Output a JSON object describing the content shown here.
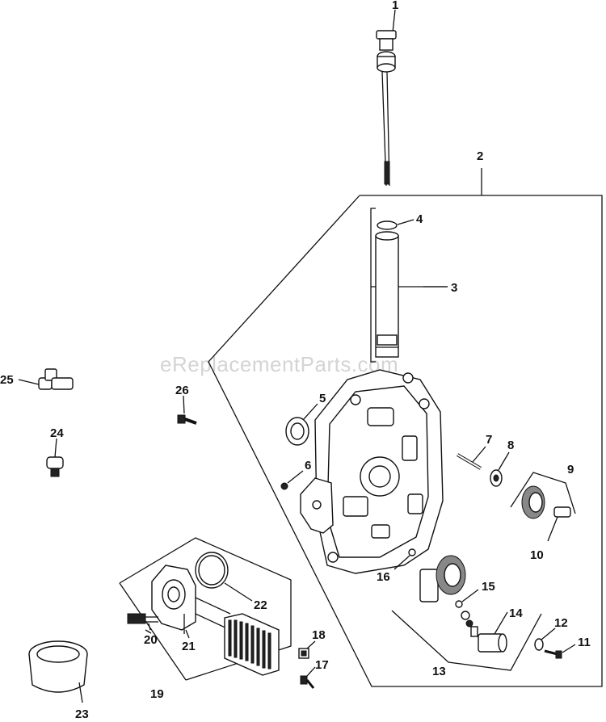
{
  "watermark": "eReplacementParts.com",
  "callouts": {
    "c1": "1",
    "c2": "2",
    "c3": "3",
    "c4": "4",
    "c5": "5",
    "c6": "6",
    "c7": "7",
    "c8": "8",
    "c9": "9",
    "c10": "10",
    "c11": "11",
    "c12": "12",
    "c13": "13",
    "c14": "14",
    "c15": "15",
    "c16": "16",
    "c17": "17",
    "c18": "18",
    "c19": "19",
    "c20": "20",
    "c21": "21",
    "c22": "22",
    "c23": "23",
    "c24": "24",
    "c25": "25",
    "c26": "26"
  }
}
